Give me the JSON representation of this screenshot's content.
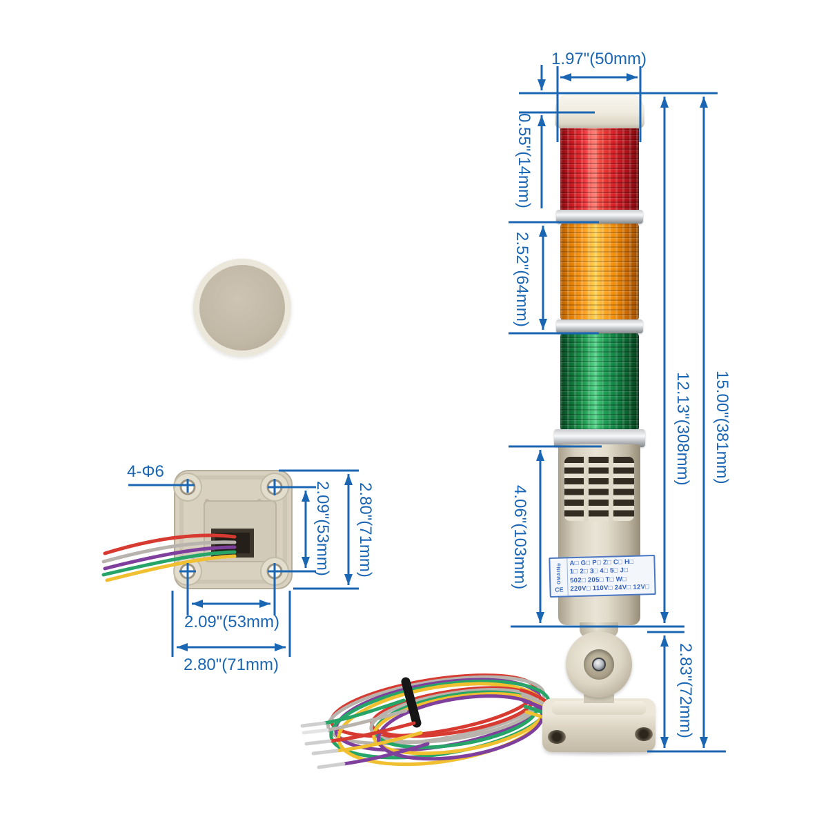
{
  "meta": {
    "title": "Signal tower light dimension diagram"
  },
  "colors": {
    "dimension_blue": "#1b66b3",
    "label_blue": "#3a6fc4"
  },
  "dims": {
    "top_width": "1.97\"(50mm)",
    "cap_height": "0.55\"(14mm)",
    "lens_section_height": "2.52\"(64mm)",
    "buzzer_body_height": "4.06\"(103mm)",
    "tower_height": "12.13\"(308mm)",
    "overall_height": "15.00\"(381mm)",
    "bracket_height": "2.83\"(72mm)"
  },
  "plate": {
    "mount_holes": "4-Φ6",
    "hole_spacing_vertical": "2.09\"(53mm)",
    "plate_height": "2.80\"(71mm)",
    "hole_spacing_horizontal": "2.09\"(53mm)",
    "plate_width": "2.80\"(71mm)"
  },
  "product_label": {
    "brand": "OMAIN®",
    "ce_mark": "CE",
    "rows": [
      "A□ G□ P□ Z□ C□ H□",
      "1□ 2□ 3□ 4□ 5□ J□",
      "502□  205□  T□  W□",
      "220V□ 110V□ 24V□ 12V□"
    ]
  }
}
